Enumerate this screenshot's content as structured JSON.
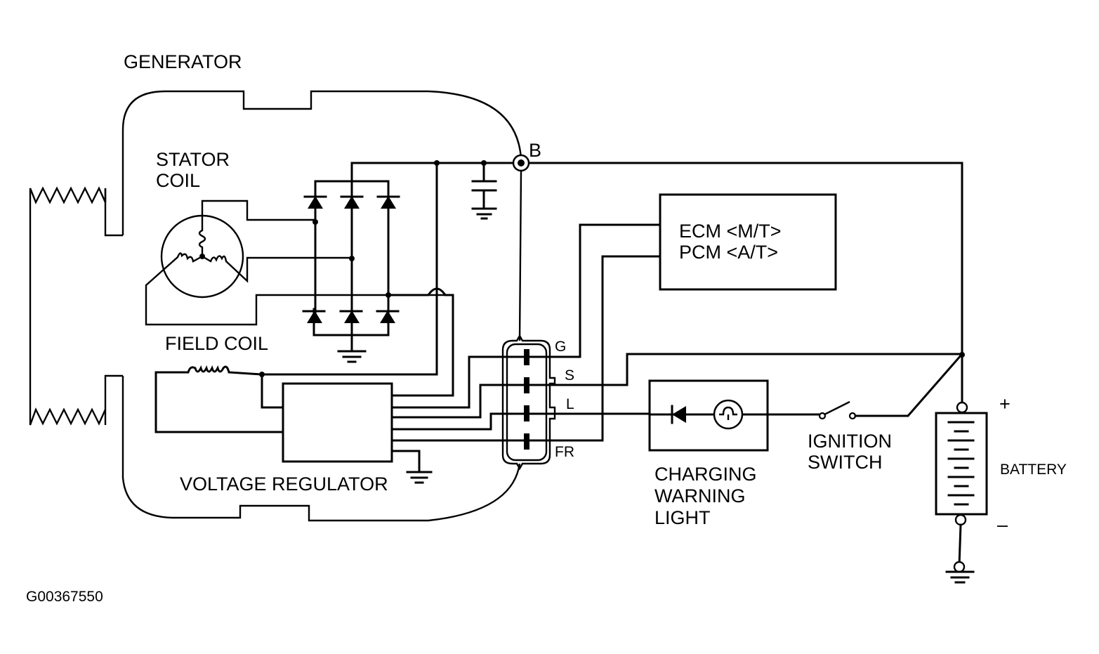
{
  "diagram": {
    "title": "GENERATOR",
    "figure_id": "G00367550",
    "colors": {
      "line": "#000000",
      "background": "#ffffff"
    },
    "labels": {
      "stator_coil": [
        "STATOR",
        "COIL"
      ],
      "field_coil": "FIELD COIL",
      "voltage_regulator": "VOLTAGE REGULATOR",
      "terminal_b": "B",
      "ecm_pcm": [
        "ECM <M/T>",
        "PCM <A/T>"
      ],
      "connector_pins": [
        "G",
        "S",
        "L",
        "FR"
      ],
      "charging_warning_light": [
        "CHARGING",
        "WARNING",
        "LIGHT"
      ],
      "ignition_switch": [
        "IGNITION",
        "SWITCH"
      ],
      "battery": "BATTERY",
      "battery_plus": "+",
      "battery_minus": "–"
    },
    "components": [
      {
        "id": "generator-housing",
        "label": "GENERATOR"
      },
      {
        "id": "stator-coil",
        "label": "STATOR COIL"
      },
      {
        "id": "rectifier-bridge",
        "diodes": 6
      },
      {
        "id": "capacitor"
      },
      {
        "id": "field-coil",
        "label": "FIELD COIL"
      },
      {
        "id": "voltage-regulator",
        "label": "VOLTAGE REGULATOR"
      },
      {
        "id": "connector",
        "pins": [
          "G",
          "S",
          "L",
          "FR"
        ]
      },
      {
        "id": "ecm-pcm",
        "label": "ECM <M/T> / PCM <A/T>"
      },
      {
        "id": "charging-warning-light",
        "label": "CHARGING WARNING LIGHT"
      },
      {
        "id": "ignition-switch",
        "label": "IGNITION SWITCH"
      },
      {
        "id": "battery",
        "label": "BATTERY"
      }
    ]
  }
}
